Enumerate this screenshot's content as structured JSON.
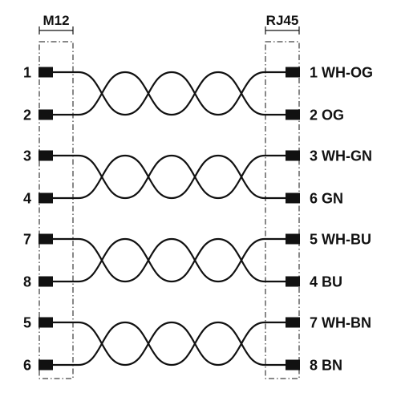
{
  "connectors": {
    "left": {
      "label": "M12"
    },
    "right": {
      "label": "RJ45"
    }
  },
  "pairs": [
    {
      "left": [
        "1",
        "2"
      ],
      "right": [
        "1 WH-OG",
        "2 OG"
      ]
    },
    {
      "left": [
        "3",
        "4"
      ],
      "right": [
        "3 WH-GN",
        "6 GN"
      ]
    },
    {
      "left": [
        "7",
        "8"
      ],
      "right": [
        "5 WH-BU",
        "4 BU"
      ]
    },
    {
      "left": [
        "5",
        "6"
      ],
      "right": [
        "7 WH-BN",
        "8 BN"
      ]
    }
  ],
  "colors": {
    "line": "#111111",
    "background": "#ffffff"
  }
}
